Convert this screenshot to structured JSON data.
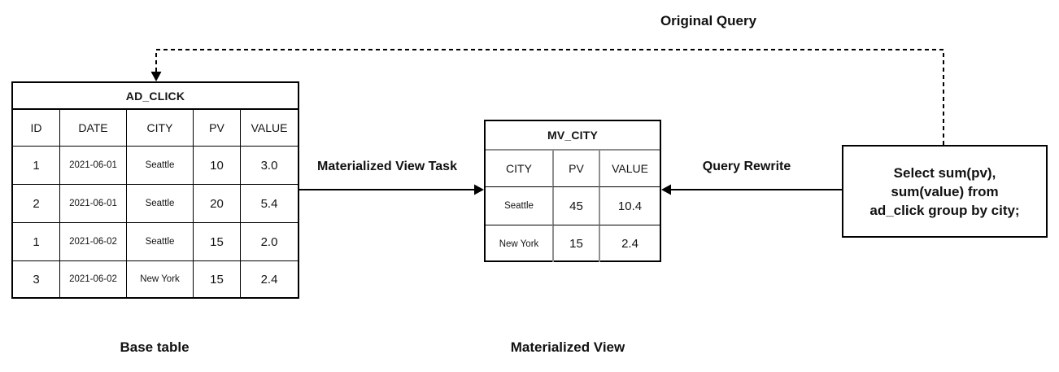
{
  "labels": {
    "original_query": "Original Query",
    "materialized_view_task": "Materialized View Task",
    "query_rewrite": "Query Rewrite",
    "base_table_caption": "Base table",
    "materialized_view_caption": "Materialized View"
  },
  "base_table": {
    "title": "AD_CLICK",
    "columns": [
      "ID",
      "DATE",
      "CITY",
      "PV",
      "VALUE"
    ],
    "rows": [
      [
        "1",
        "2021-06-01",
        "Seattle",
        "10",
        "3.0"
      ],
      [
        "2",
        "2021-06-01",
        "Seattle",
        "20",
        "5.4"
      ],
      [
        "1",
        "2021-06-02",
        "Seattle",
        "15",
        "2.0"
      ],
      [
        "3",
        "2021-06-02",
        "New York",
        "15",
        "2.4"
      ]
    ]
  },
  "mv_table": {
    "title": "MV_CITY",
    "columns": [
      "CITY",
      "PV",
      "VALUE"
    ],
    "rows": [
      [
        "Seattle",
        "45",
        "10.4"
      ],
      [
        "New York",
        "15",
        "2.4"
      ]
    ]
  },
  "query_box": {
    "lines": [
      "Select sum(pv),",
      "sum(value) from",
      "ad_click group by city;"
    ]
  },
  "colors": {
    "line": "#000000",
    "text": "#111111",
    "background": "#ffffff",
    "mv_inner_border": "#8f8f8f"
  }
}
